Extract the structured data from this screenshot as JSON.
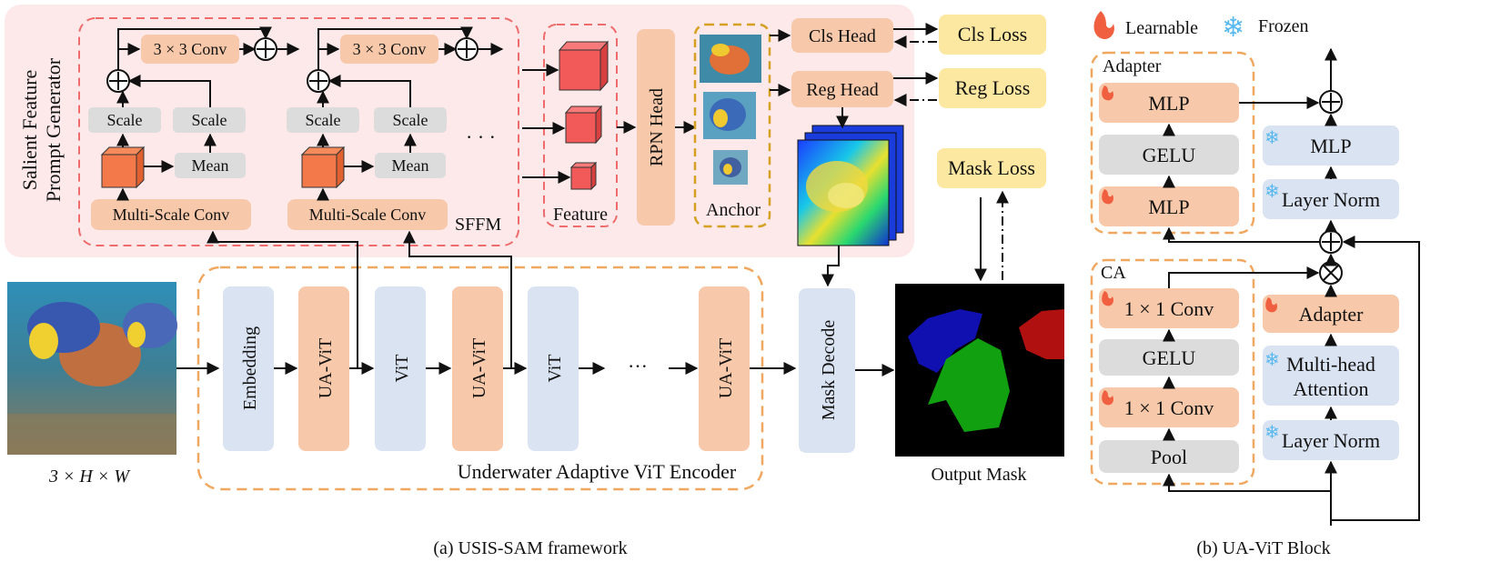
{
  "sffm": {
    "side_label_line1": "Salient Feature",
    "side_label_line2": "Prompt Generator",
    "conv3x3": "3 × 3 Conv",
    "scale": "Scale",
    "mean": "Mean",
    "msconv": "Multi-Scale Conv",
    "dots": "· · ·",
    "name": "SFFM"
  },
  "feature_label": "Feature",
  "rpn_head": "RPN Head",
  "anchor_label": "Anchor",
  "cls_head": "Cls Head",
  "reg_head": "Reg Head",
  "cls_loss": "Cls Loss",
  "reg_loss": "Reg Loss",
  "mask_loss": "Mask Loss",
  "input_dim": "3 × H × W",
  "encoder": {
    "blocks": [
      "Embedding",
      "UA-ViT",
      "ViT",
      "UA-ViT",
      "ViT",
      "UA-ViT"
    ],
    "dots": "···",
    "name": "Underwater Adaptive ViT Encoder"
  },
  "mask_decode": "Mask Decode",
  "output_mask": "Output Mask",
  "caption_a": "(a) USIS-SAM framework",
  "legend": {
    "learnable": "Learnable",
    "frozen": "Frozen"
  },
  "uavit": {
    "adapter_title": "Adapter",
    "adapter_mlp_top": "MLP",
    "adapter_gelu": "GELU",
    "adapter_mlp_bottom": "MLP",
    "frozen_mlp": "MLP",
    "frozen_layernorm_top": "Layer Norm",
    "ca_title": "CA",
    "ca_conv_top": "1 × 1 Conv",
    "ca_gelu": "GELU",
    "ca_conv_bottom": "1 × 1 Conv",
    "ca_pool": "Pool",
    "adapter_block": "Adapter",
    "mha_line1": "Multi-head",
    "mha_line2": "Attention",
    "layernorm_bottom": "Layer Norm"
  },
  "caption_b": "(b) UA-ViT Block",
  "colors": {
    "orange": "#f7c8a9",
    "blue": "#dae3f2",
    "gray": "#dcdcdc",
    "yellow": "#fde8a1",
    "pink_bg": "#fde9ea",
    "red_dash": "#f08080",
    "orange_dash": "#f0a860",
    "gold_dash": "#d6a020",
    "red_cube": "#f25a5a"
  }
}
